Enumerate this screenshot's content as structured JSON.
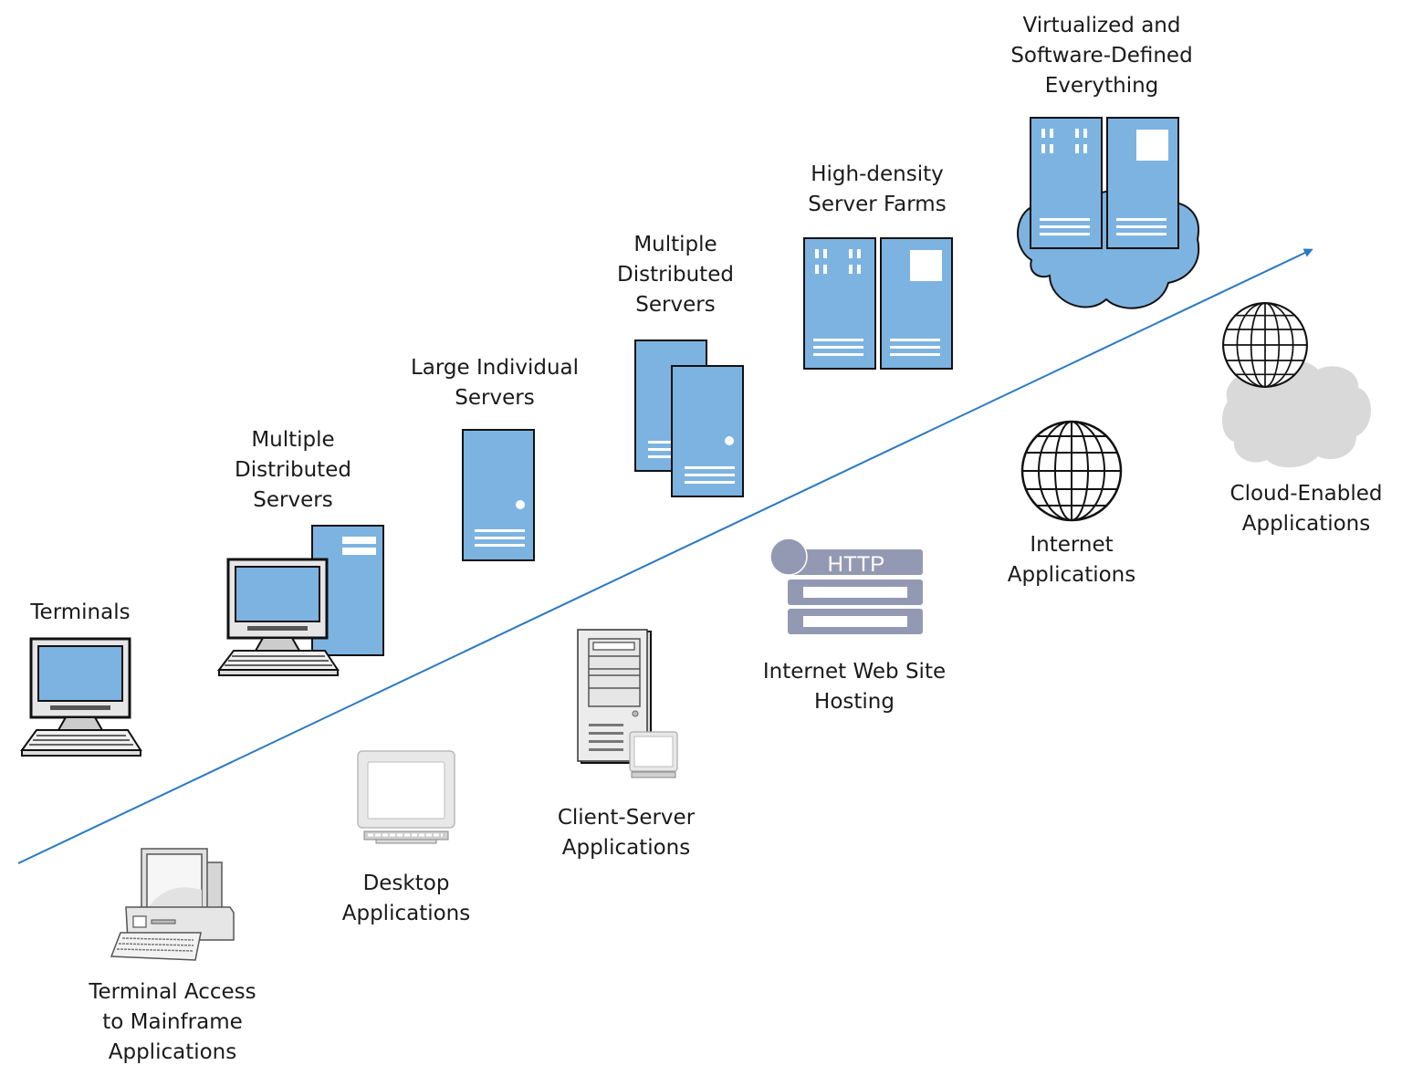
{
  "diagram": {
    "title": "",
    "colors": {
      "arrow": "#2a78c2",
      "server_fill": "#7db3e0",
      "outline": "#1a1a1a",
      "cloud_blue": "#7db3e0",
      "cloud_gray": "#d9d9d9",
      "http_fill": "#9499b3",
      "monitor_gray": "#e6e6e6",
      "screen_blue": "#7db3e0"
    },
    "infrastructure_track": [
      {
        "id": "terminals",
        "icon": "terminal-computer-icon",
        "lines": [
          "Terminals"
        ]
      },
      {
        "id": "multiple-distributed-servers-1",
        "icon": "pc-with-tower-server-icon",
        "lines": [
          "Multiple",
          "Distributed",
          "Servers"
        ]
      },
      {
        "id": "large-individual-servers",
        "icon": "single-server-icon",
        "lines": [
          "Large Individual",
          "Servers"
        ]
      },
      {
        "id": "multiple-distributed-servers-2",
        "icon": "two-servers-icon",
        "lines": [
          "Multiple",
          "Distributed",
          "Servers"
        ]
      },
      {
        "id": "high-density-server-farms",
        "icon": "server-rack-pair-icon",
        "lines": [
          "High-density",
          "Server Farms"
        ]
      },
      {
        "id": "virtualized-sde",
        "icon": "servers-on-cloud-icon",
        "lines": [
          "Virtualized and",
          "Software-Defined",
          "Everything"
        ]
      }
    ],
    "application_track": [
      {
        "id": "terminal-access-mainframe",
        "icon": "mainframe-terminal-icon",
        "lines": [
          "Terminal Access",
          "to Mainframe",
          "Applications"
        ]
      },
      {
        "id": "desktop-applications",
        "icon": "desktop-monitor-icon",
        "lines": [
          "Desktop",
          "Applications"
        ]
      },
      {
        "id": "client-server-applications",
        "icon": "tower-with-monitor-icon",
        "lines": [
          "Client-Server",
          "Applications"
        ]
      },
      {
        "id": "internet-web-site-hosting",
        "icon": "http-server-icon",
        "lines": [
          "Internet Web Site",
          "Hosting"
        ],
        "badge": "HTTP"
      },
      {
        "id": "internet-applications",
        "icon": "globe-icon",
        "lines": [
          "Internet",
          "Applications"
        ]
      },
      {
        "id": "cloud-enabled-applications",
        "icon": "globe-on-cloud-icon",
        "lines": [
          "Cloud-Enabled",
          "Applications"
        ]
      }
    ],
    "connector": {
      "type": "arrow",
      "direction": "lower-left to upper-right",
      "meaning": "evolution over time"
    }
  }
}
